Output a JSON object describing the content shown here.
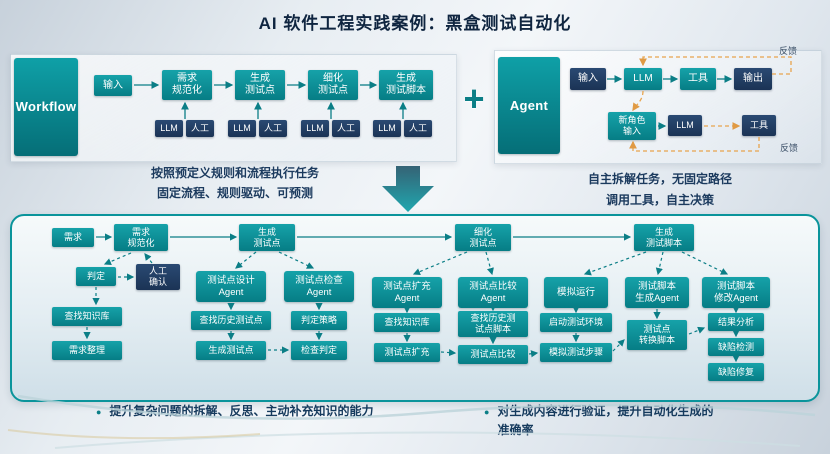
{
  "title": "AI 软件工程实践案例：黑盒测试自动化",
  "plus_sign": "+",
  "colors": {
    "teal": "#0a8f96",
    "navy": "#203a61",
    "orange": "#e8a44e",
    "panel_border": "#0a949b",
    "text_dark": "#17375e"
  },
  "workflow": {
    "label": "Workflow",
    "steps": [
      "输入",
      "需求\n规范化",
      "生成\n测试点",
      "细化\n测试点",
      "生成\n测试脚本"
    ],
    "llm_label": "LLM",
    "manual_label": "人工",
    "desc_line1": "按照预定义规则和流程执行任务",
    "desc_line2": "固定流程、规则驱动、可预测"
  },
  "agent": {
    "label": "Agent",
    "input_label": "输入",
    "llm_label": "LLM",
    "tool_label": "工具",
    "output_label": "输出",
    "new_role_label": "新角色\n输入",
    "llm2_label": "LLM",
    "tool2_label": "工具",
    "feedback_top": "反馈",
    "feedback_bottom": "反馈",
    "desc_line1": "自主拆解任务，无固定路径",
    "desc_line2": "调用工具，自主决策"
  },
  "pipeline": {
    "stages": [
      "需求",
      "需求\n规范化",
      "生成\n测试点",
      "细化\n测试点",
      "生成\n测试脚本"
    ],
    "judge_label": "判定",
    "manual_confirm_label": "人工\n确认",
    "search_kb_label": "查找知识库",
    "requirement_sort_label": "需求整理",
    "agents": [
      {
        "title": "测试点设计\nAgent",
        "items": [
          "查找历史测试点",
          "生成测试点"
        ]
      },
      {
        "title": "测试点检查\nAgent",
        "items": [
          "判定策略",
          "检查判定"
        ]
      },
      {
        "title": "测试点扩充\nAgent",
        "items": [
          "查找知识库",
          "测试点扩充"
        ]
      },
      {
        "title": "测试点比较\nAgent",
        "items": [
          "查找历史测\n试点脚本",
          "测试点比较"
        ]
      },
      {
        "title": "模拟运行",
        "items": [
          "启动测试环境",
          "模拟测试步骤"
        ]
      },
      {
        "title": "测试脚本\n生成Agent",
        "items": [
          "测试点\n转换脚本"
        ]
      },
      {
        "title": "测试脚本\n修改Agent",
        "items": [
          "结果分析",
          "缺陷检测",
          "缺陷修复"
        ]
      }
    ],
    "bullets": [
      "提升复杂问题的拆解、反思、主动补充知识的能力",
      "对生成内容进行验证，提升自动化生成的准确率"
    ]
  }
}
